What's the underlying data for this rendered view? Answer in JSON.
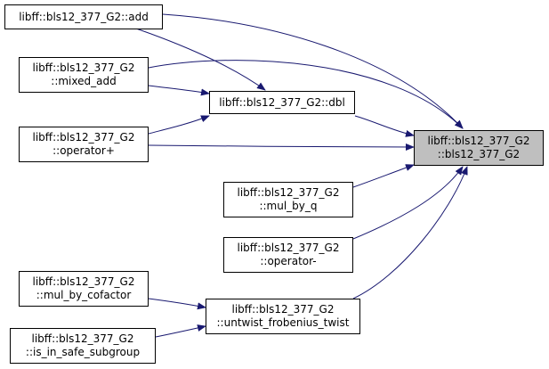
{
  "diagram": {
    "edge_color": "#191970",
    "highlight_fill": "#bfbfbf",
    "nodes": [
      {
        "id": "add",
        "lines": [
          "libff::bls12_377_G2::add",
          ""
        ]
      },
      {
        "id": "mixed_add",
        "lines": [
          "libff::bls12_377_G2",
          "::mixed_add"
        ]
      },
      {
        "id": "dbl",
        "lines": [
          "libff::bls12_377_G2::dbl",
          ""
        ]
      },
      {
        "id": "operator_plus",
        "lines": [
          "libff::bls12_377_G2",
          "::operator+"
        ]
      },
      {
        "id": "ctor",
        "lines": [
          "libff::bls12_377_G2",
          "::bls12_377_G2"
        ]
      },
      {
        "id": "mul_by_q",
        "lines": [
          "libff::bls12_377_G2",
          "::mul_by_q"
        ]
      },
      {
        "id": "operator_minus",
        "lines": [
          "libff::bls12_377_G2",
          "::operator-"
        ]
      },
      {
        "id": "mul_by_cofactor",
        "lines": [
          "libff::bls12_377_G2",
          "::mul_by_cofactor"
        ]
      },
      {
        "id": "untwist",
        "lines": [
          "libff::bls12_377_G2",
          "::untwist_frobenius_twist"
        ]
      },
      {
        "id": "is_in_safe_subgroup",
        "lines": [
          "libff::bls12_377_G2",
          "::is_in_safe_subgroup"
        ]
      }
    ],
    "edges": [
      {
        "from": "add",
        "to": "ctor"
      },
      {
        "from": "add",
        "to": "dbl"
      },
      {
        "from": "mixed_add",
        "to": "ctor"
      },
      {
        "from": "mixed_add",
        "to": "dbl"
      },
      {
        "from": "dbl",
        "to": "ctor"
      },
      {
        "from": "operator_plus",
        "to": "dbl"
      },
      {
        "from": "operator_plus",
        "to": "ctor"
      },
      {
        "from": "mul_by_q",
        "to": "ctor"
      },
      {
        "from": "operator_minus",
        "to": "ctor"
      },
      {
        "from": "untwist",
        "to": "ctor"
      },
      {
        "from": "mul_by_cofactor",
        "to": "untwist"
      },
      {
        "from": "is_in_safe_subgroup",
        "to": "untwist"
      }
    ]
  }
}
